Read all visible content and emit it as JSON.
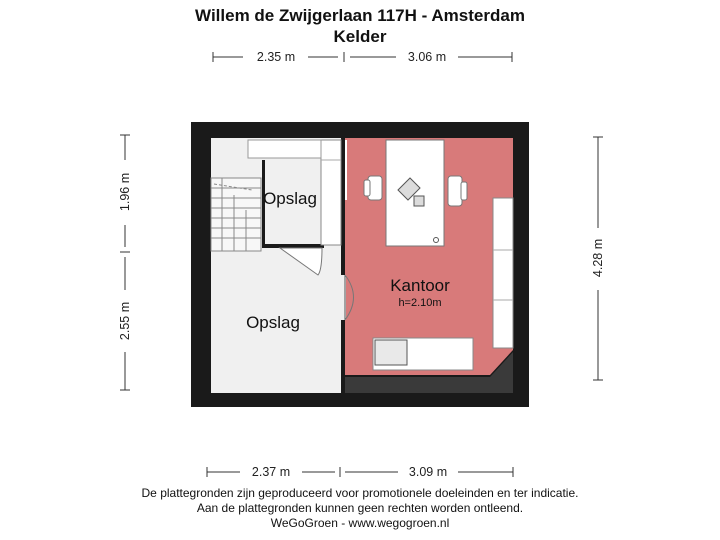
{
  "header": {
    "address": "Willem de Zwijgerlaan 117H - Amsterdam",
    "floor": "Kelder"
  },
  "dimensions": {
    "top_left": "2.35 m",
    "top_right": "3.06 m",
    "bottom_left": "2.37 m",
    "bottom_right": "3.09 m",
    "left_upper": "1.96 m",
    "left_lower": "2.55 m",
    "right": "4.28 m"
  },
  "rooms": {
    "storage_small": "Opslag",
    "storage_large": "Opslag",
    "office": "Kantoor",
    "office_height": "h=2.10m"
  },
  "colors": {
    "wall": "#1a1a1a",
    "floor_storage": "#f0f0f0",
    "floor_office": "#d87a7a",
    "furniture": "#ffffff"
  },
  "footer": {
    "line1": "De plattegronden zijn geproduceerd voor promotionele doeleinden en ter indicatie.",
    "line2": "Aan de plattegronden kunnen geen rechten worden ontleend.",
    "line3": "WeGoGroen -  www.wegogroen.nl"
  }
}
